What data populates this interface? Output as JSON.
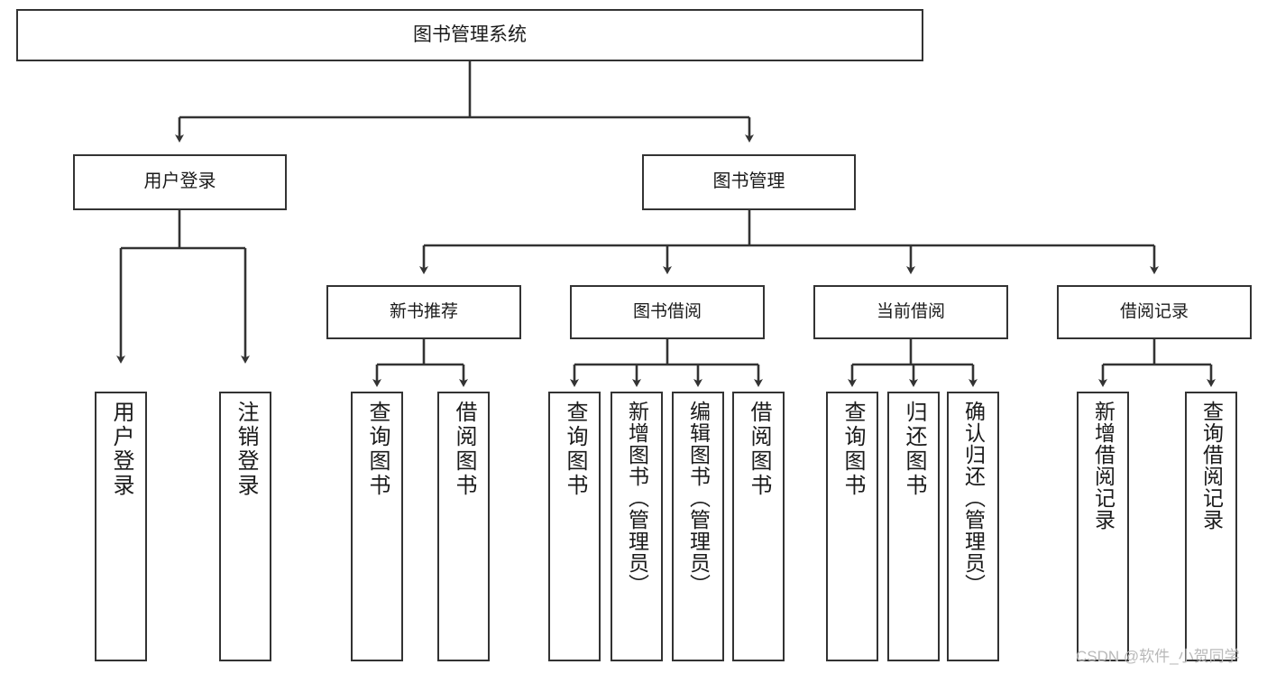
{
  "diagram": {
    "title": "图书管理系统",
    "watermark": "CSDN @软件_小贺同学",
    "accent_color": "#333333",
    "background_color": "#ffffff",
    "root": {
      "label": "图书管理系统"
    },
    "level2": [
      {
        "label": "用户登录"
      },
      {
        "label": "图书管理"
      }
    ],
    "level3": [
      {
        "label": "新书推荐"
      },
      {
        "label": "图书借阅"
      },
      {
        "label": "当前借阅"
      },
      {
        "label": "借阅记录"
      }
    ],
    "leaves": {
      "user_login": [
        {
          "label": "用户登录"
        },
        {
          "label": "注销登录"
        }
      ],
      "new_book_recommend": [
        {
          "label": "查询图书"
        },
        {
          "label": "借阅图书"
        }
      ],
      "book_borrow": [
        {
          "label": "查询图书"
        },
        {
          "label": "新增图书（管理员）"
        },
        {
          "label": "编辑图书（管理员）"
        },
        {
          "label": "借阅图书"
        }
      ],
      "current_borrow": [
        {
          "label": "查询图书"
        },
        {
          "label": "归还图书"
        },
        {
          "label": "确认归还（管理员）"
        }
      ],
      "borrow_record": [
        {
          "label": "新增借阅记录"
        },
        {
          "label": "查询借阅记录"
        }
      ]
    }
  }
}
